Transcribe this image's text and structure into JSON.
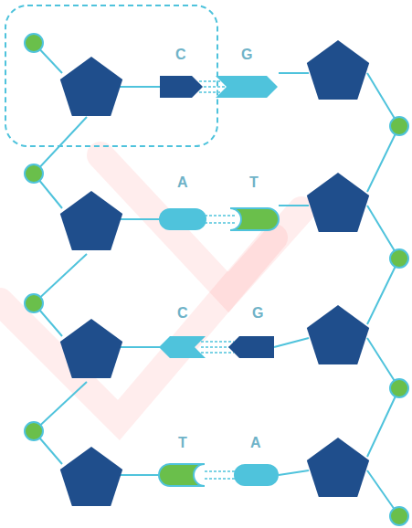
{
  "diagram": {
    "labels": [
      "C",
      "G",
      "A",
      "T",
      "C",
      "G",
      "T",
      "A"
    ]
  }
}
